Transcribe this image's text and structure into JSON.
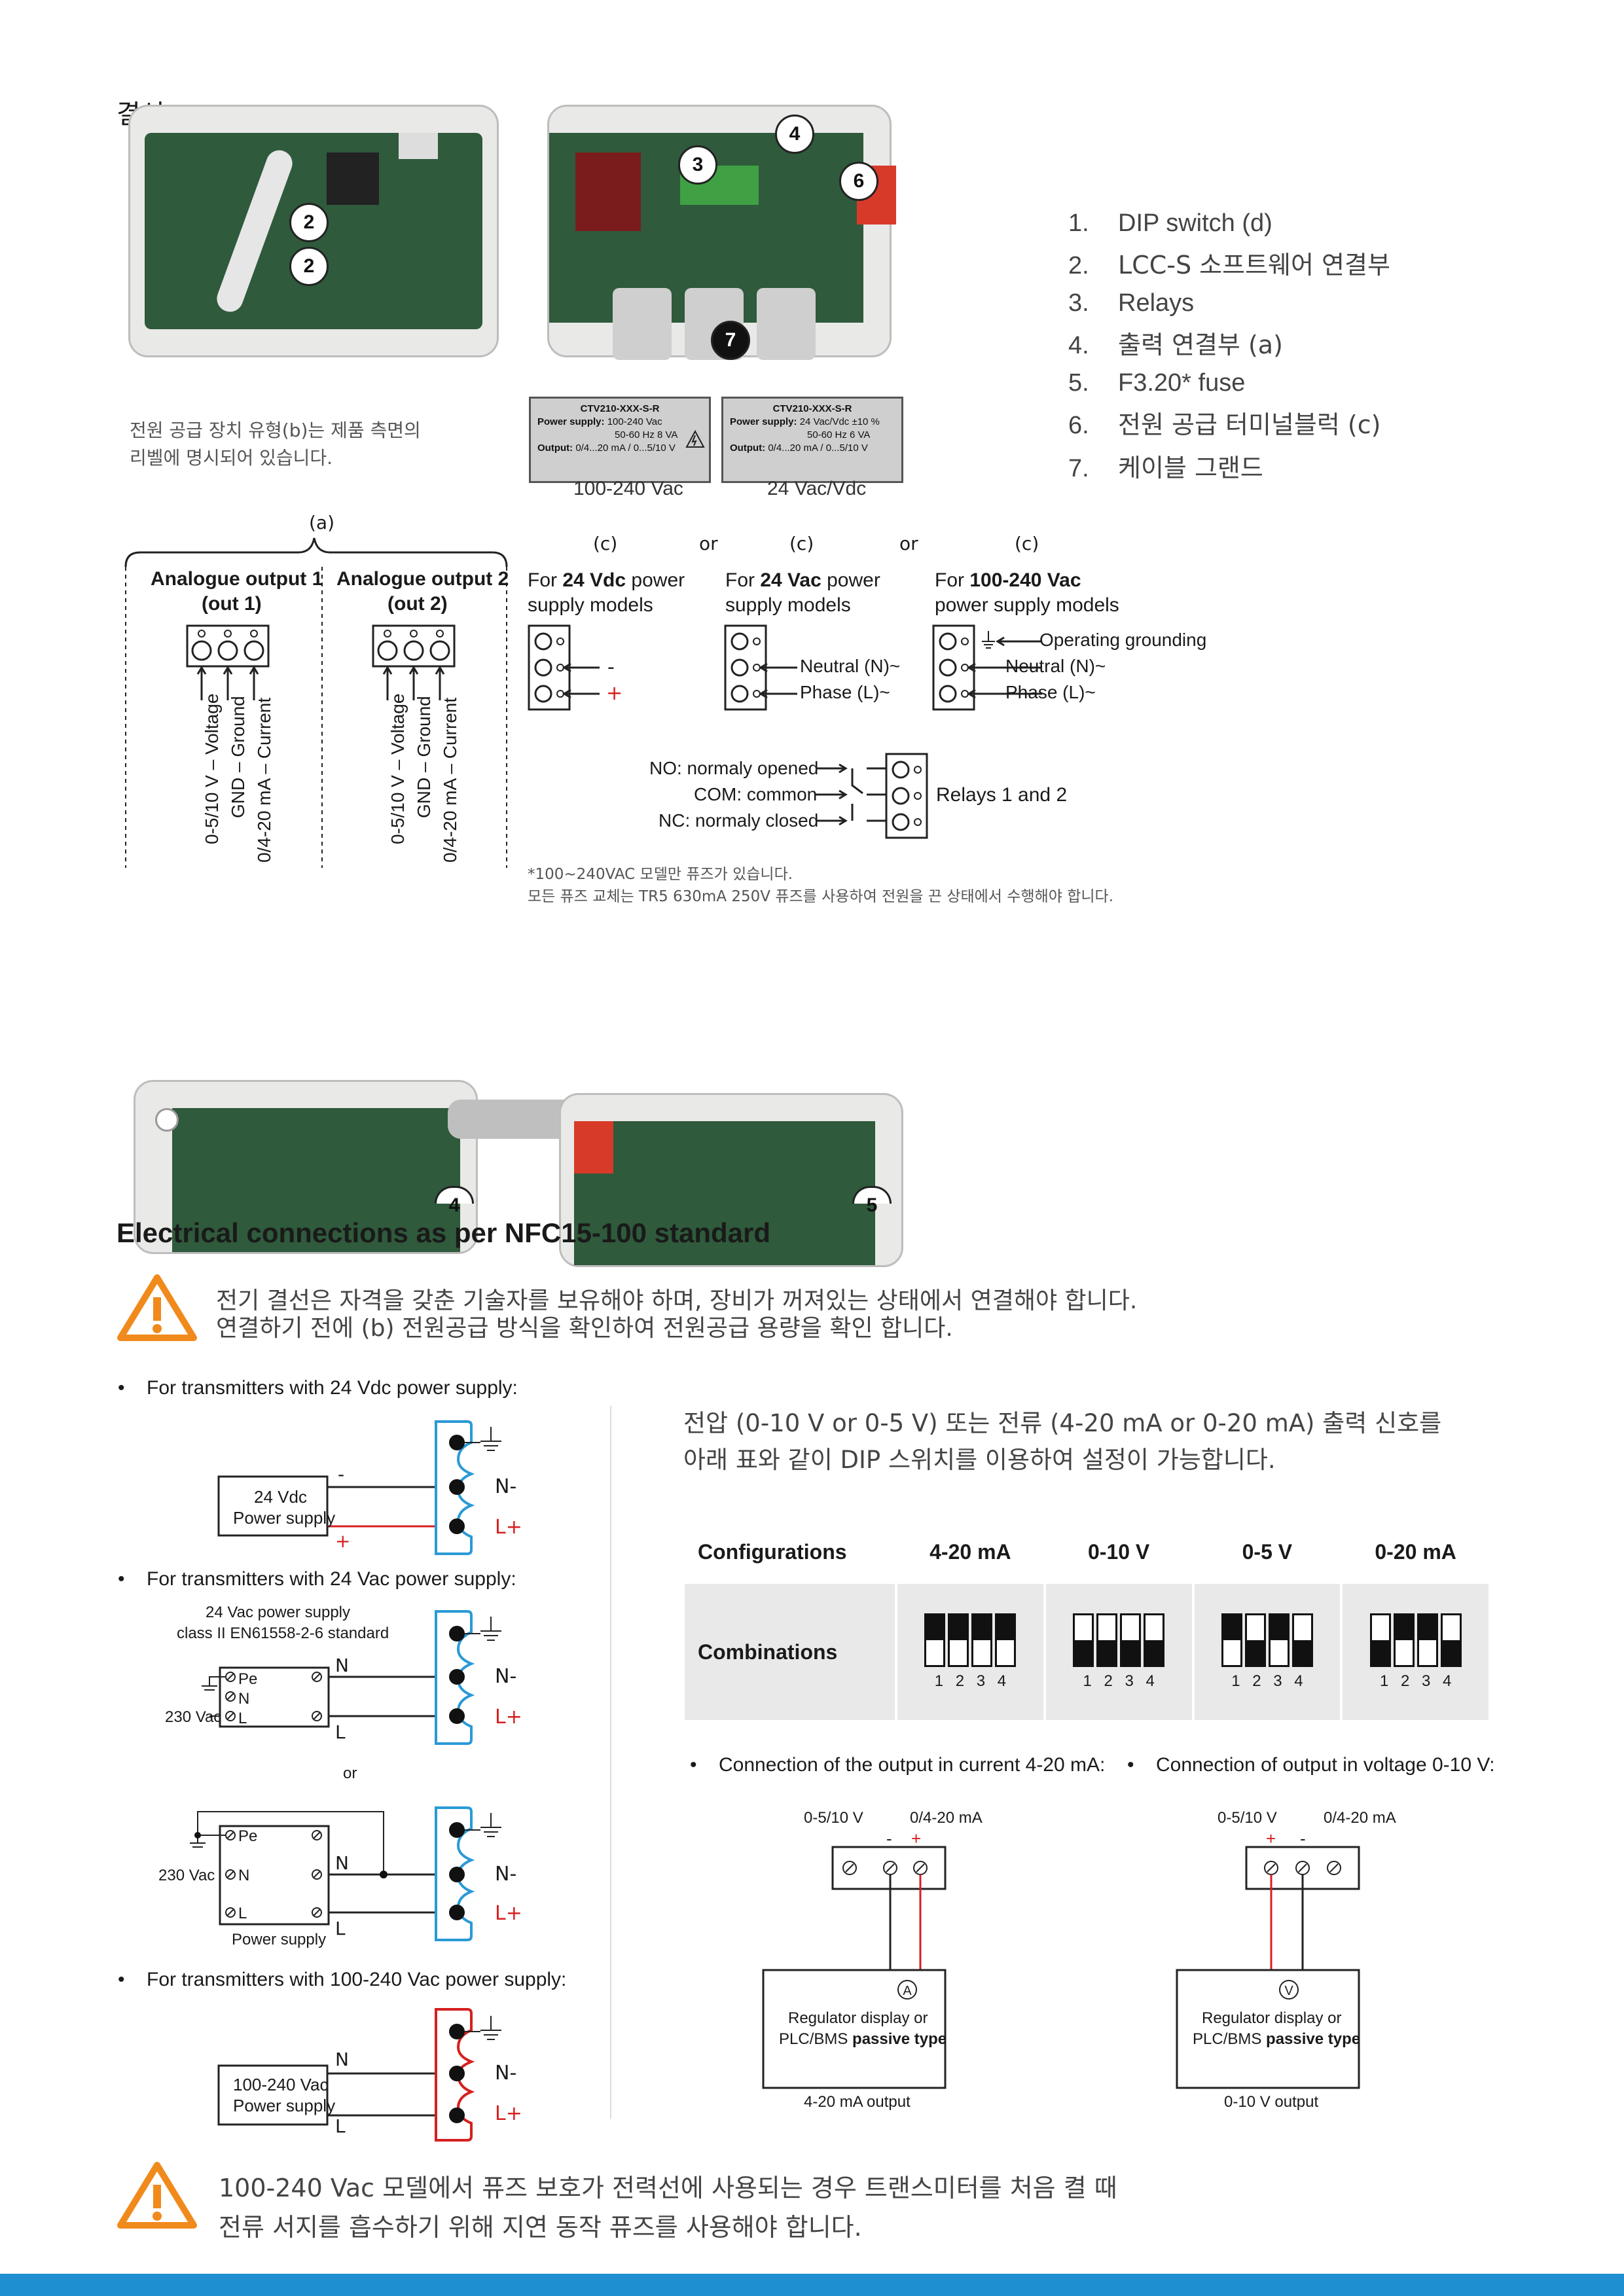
{
  "section1": {
    "heading": "결선",
    "badges": [
      "2",
      "2",
      "3",
      "4",
      "6",
      "7"
    ],
    "component_list": [
      {
        "num": "1.",
        "text": "DIP switch (d)"
      },
      {
        "num": "2.",
        "text": "LCC-S 소프트웨어 연결부"
      },
      {
        "num": "3.",
        "text": "Relays"
      },
      {
        "num": "4.",
        "text": "출력 연결부 (a)"
      },
      {
        "num": "5.",
        "text": "F3.20* fuse"
      },
      {
        "num": "6.",
        "text": "전원 공급 터미널블럭 (c)"
      },
      {
        "num": "7.",
        "text": "케이블 그랜드"
      }
    ],
    "supply_note": [
      "전원 공급 장치 유형(b)는 제품 측면의",
      "리벨에 명시되어 있습니다."
    ],
    "labels": [
      {
        "model": "CTV210-XXX-S-R",
        "ps_label": "Power supply:",
        "ps_value": "100-240 Vac",
        "ps_value2": "50-60 Hz 8 VA",
        "out_label": "Output:",
        "out_value": "0/4...20 mA / 0...5/10 V",
        "caption": "100-240 Vac"
      },
      {
        "model": "CTV210-XXX-S-R",
        "ps_label": "Power supply:",
        "ps_value": "24 Vac/Vdc ±10 %",
        "ps_value2": "50-60 Hz 6 VA",
        "out_label": "Output:",
        "out_value": "0/4...20 mA / 0...5/10 V",
        "caption": "24 Vac/Vdc"
      }
    ],
    "outputs_marker": "(a)",
    "outputs": [
      {
        "title": "Analogue output 1",
        "sub": "(out 1)"
      },
      {
        "title": "Analogue output 2",
        "sub": "(out 2)"
      }
    ],
    "output_pins": [
      "0-5/10 V – Voltage",
      "GND – Ground",
      "0/4-20 mA – Current"
    ],
    "supply_marker": "(c)",
    "or_text": "or",
    "supplies": [
      {
        "pre": "For ",
        "bold": "24 Vdc",
        "post": " power",
        "line2": "supply models",
        "pins": [
          "",
          "-",
          "+"
        ]
      },
      {
        "pre": "For ",
        "bold": "24 Vac",
        "post": " power",
        "line2": "supply models",
        "pins": [
          "",
          "Neutral (N)~",
          "Phase (L)~"
        ]
      },
      {
        "pre": "For ",
        "bold": "100-240 Vac",
        "post": "",
        "line2": "power supply models",
        "pins": [
          "Operating grounding",
          "Neutral (N)~",
          "Phase (L)~"
        ]
      }
    ],
    "relay_pins": [
      "NO: normaly opened",
      "COM: common",
      "NC: normaly closed"
    ],
    "relay_label": "Relays 1 and 2",
    "fuse_note1": "*100~240VAC 모델만 퓨즈가 있습니다.",
    "fuse_note2": "모든 퓨즈 교체는 TR5 630mA 250V 퓨즈를 사용하여 전원을 끈 상태에서 수행해야 합니다."
  },
  "section2": {
    "badges": [
      "4",
      "5"
    ],
    "title": "Electrical connections as per NFC15-100 standard",
    "warning": [
      "전기 결선은 자격을 갖춘 기술자를 보유해야 하며, 장비가 꺼져있는 상태에서 연결해야 합니다.",
      "연결하기 전에 (b) 전원공급 방식을 확인하여 전원공급 용량을 확인 합니다."
    ],
    "bullets": {
      "dc24": "For transmitters with 24 Vdc power supply:",
      "ac24": "For transmitters with 24 Vac power supply:",
      "ac240": "For transmitters with 100-240 Vac power supply:"
    },
    "terminals": [
      "N-",
      "L+"
    ],
    "dc24_box": [
      "24 Vdc",
      "Power supply"
    ],
    "polarity": [
      "-",
      "+"
    ],
    "ac24_caption": [
      "24 Vac power supply",
      "class II EN61558-2-6 standard"
    ],
    "ps_terms": [
      "Pe",
      "N",
      "L"
    ],
    "line_letters": [
      "N",
      "L"
    ],
    "v230": "230 Vac",
    "or_text": "or",
    "ps_caption": "Power supply",
    "ac240_box": [
      "100-240 Vac",
      "Power supply"
    ],
    "intro": [
      "전압 (0-10 V or 0-5 V) 또는 전류 (4-20 mA or 0-20 mA) 출력 신호를",
      "아래 표와 같이 DIP 스위치를 이용하여 설정이 가능합니다."
    ],
    "config_table": {
      "headers": [
        "Configurations",
        "4-20 mA",
        "0-10 V",
        "0-5 V",
        "0-20 mA"
      ],
      "row_label": "Combinations",
      "switch_numbers": [
        "1",
        "2",
        "3",
        "4"
      ],
      "dip_states": [
        [
          "up",
          "up",
          "up",
          "up"
        ],
        [
          "down",
          "down",
          "down",
          "down"
        ],
        [
          "up",
          "down",
          "up",
          "down"
        ],
        [
          "down",
          "up",
          "up",
          "down"
        ]
      ]
    },
    "conn_current": "Connection of the output in current 4-20 mA:",
    "conn_voltage": "Connection of output in voltage 0-10 V:",
    "term_labels": [
      "0-5/10 V",
      "0/4-20 mA"
    ],
    "reg_box": [
      "Regulator display or",
      "PLC/BMS "
    ],
    "reg_bold": "passive type",
    "meters": [
      "A",
      "V"
    ],
    "out_captions": [
      "4-20 mA output",
      "0-10 V output"
    ],
    "footer_warning": [
      "100-240 Vac 모델에서 퓨즈 보호가 전력선에 사용되는 경우 트랜스미터를 처음 켤 때",
      "전류 서지를 흡수하기 위해 지연 동작 퓨즈를 사용해야 합니다."
    ]
  },
  "colors": {
    "accent_blue": "#1e8fd1",
    "warning_orange": "#f08a1c",
    "wire_red": "#d62020",
    "table_gray": "#e9e9e9"
  }
}
